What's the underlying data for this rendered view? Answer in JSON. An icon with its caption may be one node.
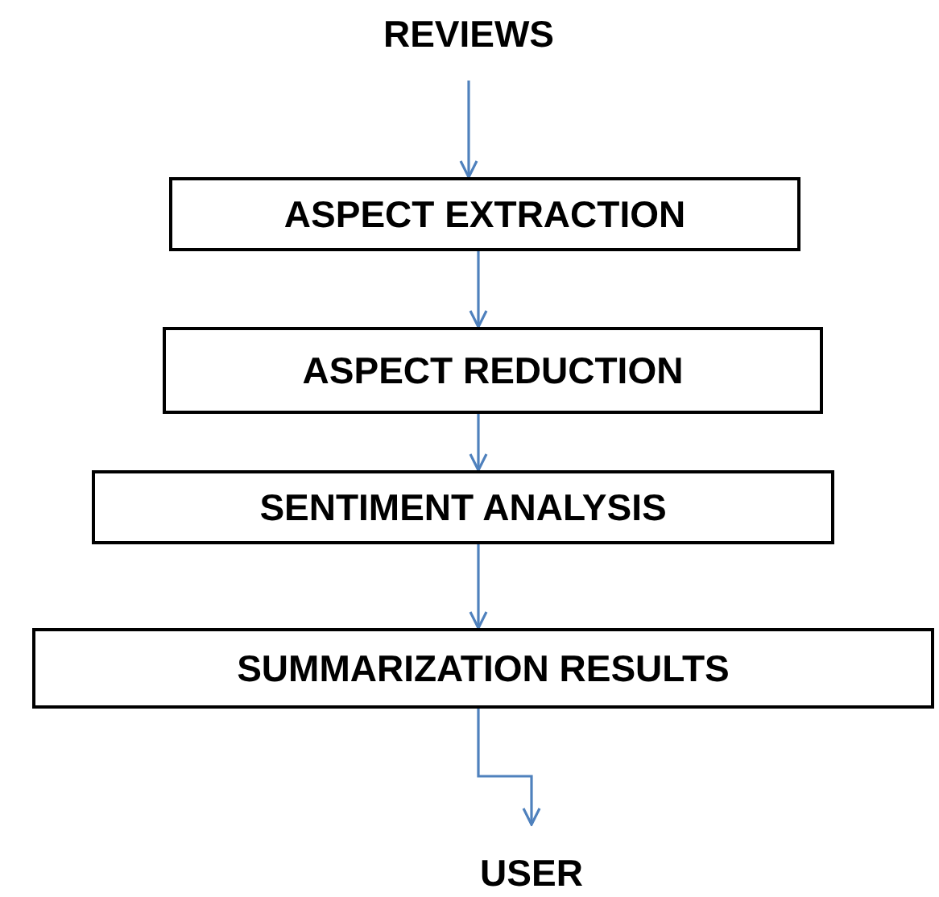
{
  "diagram": {
    "nodes": [
      {
        "text": [
          "REVIEWS"
        ]
      },
      {
        "text": [
          "ASPECT EXTRACTION"
        ]
      },
      {
        "text": [
          "ASPECT REDUCTION"
        ]
      },
      {
        "text": [
          "SENTIMENT ANALYSIS"
        ]
      },
      {
        "text": [
          "SUMMARIZATION RESULTS"
        ]
      },
      {
        "text": [
          "USER"
        ]
      }
    ],
    "edges": [
      {
        "from": 0,
        "to": 1,
        "arrow": "to"
      },
      {
        "from": 1,
        "to": 2,
        "arrow": "to"
      },
      {
        "from": 2,
        "to": 3,
        "arrow": "to"
      },
      {
        "from": 3,
        "to": 4,
        "arrow": "to"
      },
      {
        "from": 4,
        "to": 5,
        "arrow": "to"
      }
    ]
  }
}
